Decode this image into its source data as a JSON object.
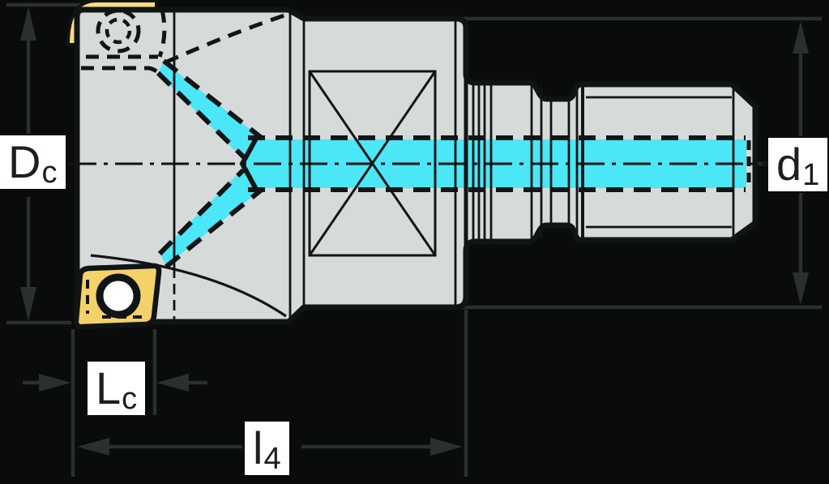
{
  "drawing": {
    "kind": "technical-drawing",
    "subject": "indexable milling cutter with threaded adaptor, side view"
  },
  "labels": {
    "dc": {
      "main": "D",
      "sub": "c"
    },
    "d1": {
      "main": "d",
      "sub": "1"
    },
    "lc": {
      "main": "L",
      "sub": "c"
    },
    "l4": {
      "main": "l",
      "sub": "4"
    }
  },
  "colors": {
    "background": "#0a0c0c",
    "body": "#d6dbda",
    "outline": "#111414",
    "feature_line": "#121515",
    "coolant": "#4be7f7",
    "insert": "#f4d169",
    "insert_back": "#f8dc82",
    "screw_hole": "#ffffff",
    "dimension_line": "#2b2f2f",
    "label_background": "#ffffff",
    "label_text": "#1b1f1f"
  }
}
